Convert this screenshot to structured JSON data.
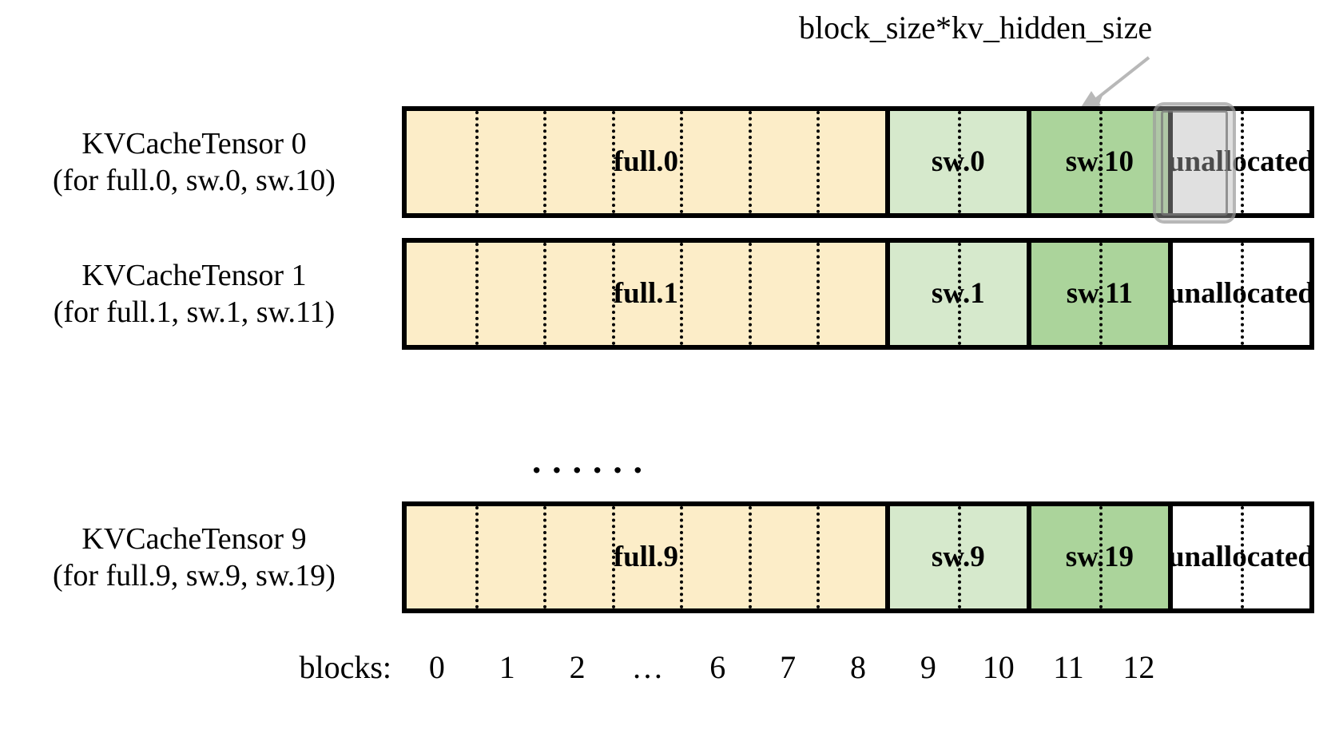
{
  "annotation": {
    "text": "block_size*kv_hidden_size",
    "arrow_name": "annotation-arrow"
  },
  "colors": {
    "full": "#FCEDC8",
    "sw_light": "#D6E9CC",
    "sw_dark": "#ABD49B",
    "unallocated": "#FFFFFF",
    "outline": "#000000",
    "highlight": "#B4B4B4"
  },
  "rows": [
    {
      "title": "KVCacheTensor 0",
      "subtitle": "(for full.0, sw.0, sw.10)",
      "segments": [
        {
          "label": "full.0",
          "kind": "full",
          "blocks": 7
        },
        {
          "label": "sw.0",
          "kind": "sw0",
          "blocks": 2
        },
        {
          "label": "sw.10",
          "kind": "sw1",
          "blocks": 2
        },
        {
          "label": "unallocated",
          "kind": "unalloc",
          "blocks": 2
        }
      ]
    },
    {
      "title": "KVCacheTensor 1",
      "subtitle": "(for full.1, sw.1, sw.11)",
      "segments": [
        {
          "label": "full.1",
          "kind": "full",
          "blocks": 7
        },
        {
          "label": "sw.1",
          "kind": "sw0",
          "blocks": 2
        },
        {
          "label": "sw.11",
          "kind": "sw1",
          "blocks": 2
        },
        {
          "label": "unallocated",
          "kind": "unalloc",
          "blocks": 2
        }
      ]
    },
    {
      "title": "KVCacheTensor 9",
      "subtitle": "(for full.9, sw.9, sw.19)",
      "segments": [
        {
          "label": "full.9",
          "kind": "full",
          "blocks": 7
        },
        {
          "label": "sw.9",
          "kind": "sw0",
          "blocks": 2
        },
        {
          "label": "sw.19",
          "kind": "sw1",
          "blocks": 2
        },
        {
          "label": "unallocated",
          "kind": "unalloc",
          "blocks": 2
        }
      ]
    }
  ],
  "ellipsis": "······",
  "axis": {
    "title": "blocks:",
    "ticks": [
      "0",
      "1",
      "2",
      "…",
      "6",
      "7",
      "8",
      "9",
      "10",
      "11",
      "12"
    ]
  }
}
